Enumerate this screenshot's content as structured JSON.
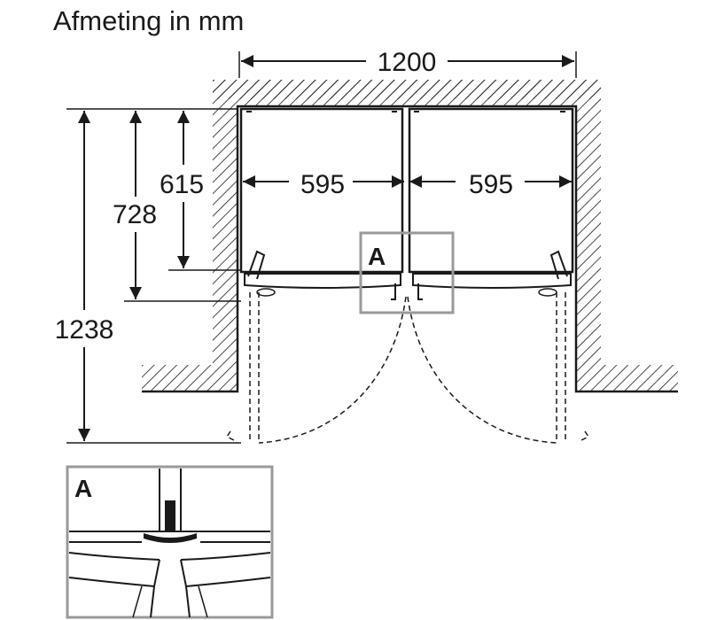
{
  "title": "Afmeting in mm",
  "dimensions": {
    "total_width": "1200",
    "left_unit_width": "595",
    "right_unit_width": "595",
    "unit_depth": "615",
    "depth_with_doors": "728",
    "depth_doors_open": "1238"
  },
  "detail": {
    "marker_label": "A",
    "inset_label": "A"
  },
  "colors": {
    "line": "#1a1a1a",
    "detail_frame": "#9a9a9a"
  }
}
